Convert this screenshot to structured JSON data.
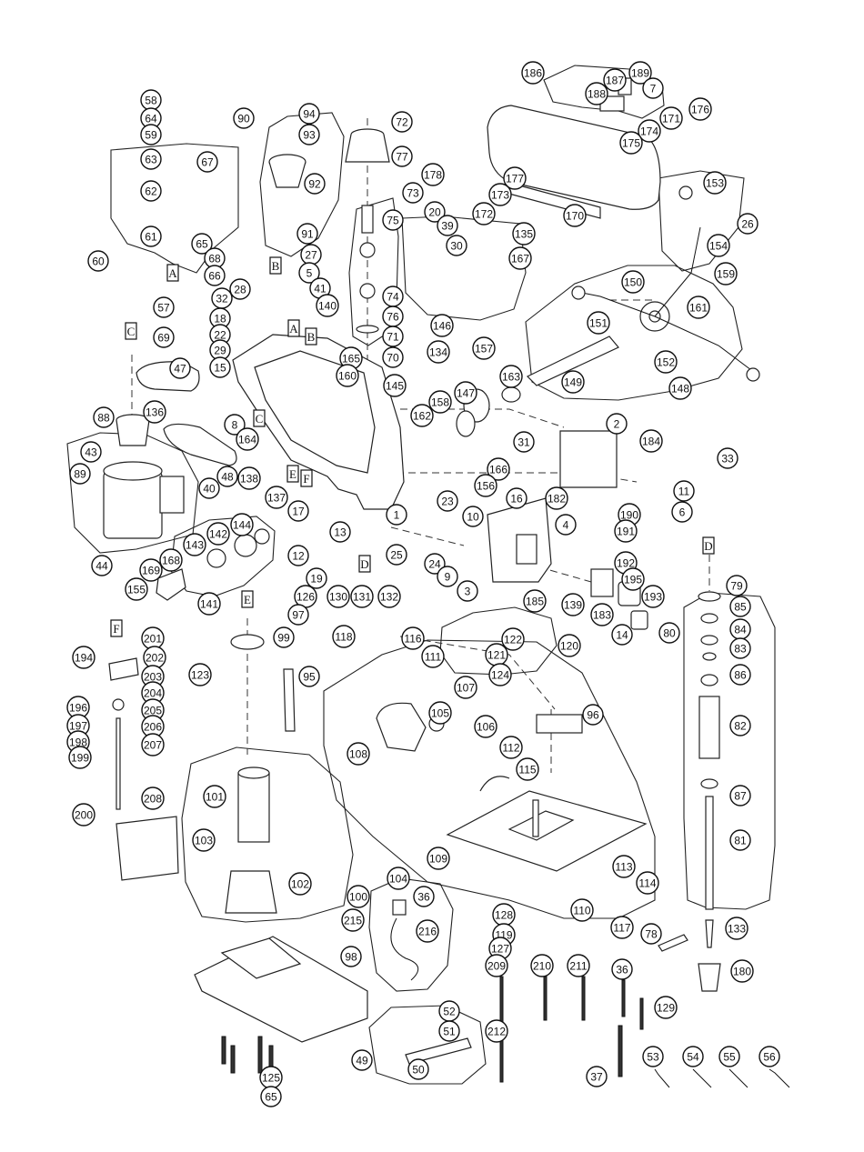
{
  "callouts": [
    {
      "id": "c186",
      "text": "186"
    },
    {
      "id": "c187",
      "text": "187"
    },
    {
      "id": "c189",
      "text": "189"
    },
    {
      "id": "c188",
      "text": "188"
    },
    {
      "id": "c7a",
      "text": "7"
    },
    {
      "id": "c176",
      "text": "176"
    },
    {
      "id": "c171",
      "text": "171"
    },
    {
      "id": "c174",
      "text": "174"
    },
    {
      "id": "c175",
      "text": "175"
    },
    {
      "id": "c58",
      "text": "58"
    },
    {
      "id": "c64",
      "text": "64"
    },
    {
      "id": "c59",
      "text": "59"
    },
    {
      "id": "c67",
      "text": "67"
    },
    {
      "id": "c63",
      "text": "63"
    },
    {
      "id": "c62",
      "text": "62"
    },
    {
      "id": "c61",
      "text": "61"
    },
    {
      "id": "c65a",
      "text": "65"
    },
    {
      "id": "c68",
      "text": "68"
    },
    {
      "id": "c66",
      "text": "66"
    },
    {
      "id": "c60",
      "text": "60"
    },
    {
      "id": "c57",
      "text": "57"
    },
    {
      "id": "c69",
      "text": "69"
    },
    {
      "id": "c90",
      "text": "90"
    },
    {
      "id": "c94",
      "text": "94"
    },
    {
      "id": "c93",
      "text": "93"
    },
    {
      "id": "c92",
      "text": "92"
    },
    {
      "id": "c91",
      "text": "91"
    },
    {
      "id": "c72",
      "text": "72"
    },
    {
      "id": "c77",
      "text": "77"
    },
    {
      "id": "c73",
      "text": "73"
    },
    {
      "id": "c75",
      "text": "75"
    },
    {
      "id": "c74",
      "text": "74"
    },
    {
      "id": "c76",
      "text": "76"
    },
    {
      "id": "c71",
      "text": "71"
    },
    {
      "id": "c70",
      "text": "70"
    },
    {
      "id": "c178",
      "text": "178"
    },
    {
      "id": "c177",
      "text": "177"
    },
    {
      "id": "c173",
      "text": "173"
    },
    {
      "id": "c172",
      "text": "172"
    },
    {
      "id": "c170",
      "text": "170"
    },
    {
      "id": "c135",
      "text": "135"
    },
    {
      "id": "c20",
      "text": "20"
    },
    {
      "id": "c39",
      "text": "39"
    },
    {
      "id": "c30",
      "text": "30"
    },
    {
      "id": "c167",
      "text": "167"
    },
    {
      "id": "c146",
      "text": "146"
    },
    {
      "id": "c157",
      "text": "157"
    },
    {
      "id": "c153",
      "text": "153"
    },
    {
      "id": "c26",
      "text": "26"
    },
    {
      "id": "c154",
      "text": "154"
    },
    {
      "id": "c159",
      "text": "159"
    },
    {
      "id": "c150",
      "text": "150"
    },
    {
      "id": "c161",
      "text": "161"
    },
    {
      "id": "c151",
      "text": "151"
    },
    {
      "id": "c152",
      "text": "152"
    },
    {
      "id": "c149",
      "text": "149"
    },
    {
      "id": "c148",
      "text": "148"
    },
    {
      "id": "c27",
      "text": "27"
    },
    {
      "id": "c5",
      "text": "5"
    },
    {
      "id": "c28",
      "text": "28"
    },
    {
      "id": "c41",
      "text": "41"
    },
    {
      "id": "c32",
      "text": "32"
    },
    {
      "id": "c140",
      "text": "140"
    },
    {
      "id": "c18",
      "text": "18"
    },
    {
      "id": "c22",
      "text": "22"
    },
    {
      "id": "c29",
      "text": "29"
    },
    {
      "id": "c165",
      "text": "165"
    },
    {
      "id": "c15",
      "text": "15"
    },
    {
      "id": "c160",
      "text": "160"
    },
    {
      "id": "c134",
      "text": "134"
    },
    {
      "id": "c145",
      "text": "145"
    },
    {
      "id": "c47",
      "text": "47"
    },
    {
      "id": "c163",
      "text": "163"
    },
    {
      "id": "c147",
      "text": "147"
    },
    {
      "id": "c158",
      "text": "158"
    },
    {
      "id": "c162",
      "text": "162"
    },
    {
      "id": "c88",
      "text": "88"
    },
    {
      "id": "c136",
      "text": "136"
    },
    {
      "id": "c8",
      "text": "8"
    },
    {
      "id": "c164",
      "text": "164"
    },
    {
      "id": "c43",
      "text": "43"
    },
    {
      "id": "c138",
      "text": "138"
    },
    {
      "id": "c48",
      "text": "48"
    },
    {
      "id": "c89",
      "text": "89"
    },
    {
      "id": "c40",
      "text": "40"
    },
    {
      "id": "c137",
      "text": "137"
    },
    {
      "id": "c17",
      "text": "17"
    },
    {
      "id": "c2",
      "text": "2"
    },
    {
      "id": "c31",
      "text": "31"
    },
    {
      "id": "c184",
      "text": "184"
    },
    {
      "id": "c33",
      "text": "33"
    },
    {
      "id": "c166",
      "text": "166"
    },
    {
      "id": "c156",
      "text": "156"
    },
    {
      "id": "c16",
      "text": "16"
    },
    {
      "id": "c182",
      "text": "182"
    },
    {
      "id": "c11",
      "text": "11"
    },
    {
      "id": "c190",
      "text": "190"
    },
    {
      "id": "c6",
      "text": "6"
    },
    {
      "id": "c191",
      "text": "191"
    },
    {
      "id": "c44",
      "text": "44"
    },
    {
      "id": "c142",
      "text": "142"
    },
    {
      "id": "c144",
      "text": "144"
    },
    {
      "id": "c143",
      "text": "143"
    },
    {
      "id": "c23",
      "text": "23"
    },
    {
      "id": "c10",
      "text": "10"
    },
    {
      "id": "c1",
      "text": "1"
    },
    {
      "id": "c4",
      "text": "4"
    },
    {
      "id": "c13",
      "text": "13"
    },
    {
      "id": "c12",
      "text": "12"
    },
    {
      "id": "c25",
      "text": "25"
    },
    {
      "id": "c24",
      "text": "24"
    },
    {
      "id": "c9",
      "text": "9"
    },
    {
      "id": "c168",
      "text": "168"
    },
    {
      "id": "c169",
      "text": "169"
    },
    {
      "id": "c19",
      "text": "19"
    },
    {
      "id": "c3",
      "text": "3"
    },
    {
      "id": "c155",
      "text": "155"
    },
    {
      "id": "c141",
      "text": "141"
    },
    {
      "id": "c130",
      "text": "130"
    },
    {
      "id": "c131",
      "text": "131"
    },
    {
      "id": "c132",
      "text": "132"
    },
    {
      "id": "c192",
      "text": "192"
    },
    {
      "id": "c79",
      "text": "79"
    },
    {
      "id": "c195",
      "text": "195"
    },
    {
      "id": "c193",
      "text": "193"
    },
    {
      "id": "c185",
      "text": "185"
    },
    {
      "id": "c139",
      "text": "139"
    },
    {
      "id": "c183",
      "text": "183"
    },
    {
      "id": "c14",
      "text": "14"
    },
    {
      "id": "c85",
      "text": "85"
    },
    {
      "id": "c80",
      "text": "80"
    },
    {
      "id": "c84",
      "text": "84"
    },
    {
      "id": "c83",
      "text": "83"
    },
    {
      "id": "c86",
      "text": "86"
    },
    {
      "id": "c82",
      "text": "82"
    },
    {
      "id": "c87",
      "text": "87"
    },
    {
      "id": "c81",
      "text": "81"
    },
    {
      "id": "c133",
      "text": "133"
    },
    {
      "id": "c180",
      "text": "180"
    },
    {
      "id": "c126",
      "text": "126"
    },
    {
      "id": "c97",
      "text": "97"
    },
    {
      "id": "c201",
      "text": "201"
    },
    {
      "id": "c194",
      "text": "194"
    },
    {
      "id": "c202",
      "text": "202"
    },
    {
      "id": "c203",
      "text": "203"
    },
    {
      "id": "c204",
      "text": "204"
    },
    {
      "id": "c205",
      "text": "205"
    },
    {
      "id": "c196",
      "text": "196"
    },
    {
      "id": "c197",
      "text": "197"
    },
    {
      "id": "c206",
      "text": "206"
    },
    {
      "id": "c198",
      "text": "198"
    },
    {
      "id": "c207",
      "text": "207"
    },
    {
      "id": "c199",
      "text": "199"
    },
    {
      "id": "c208",
      "text": "208"
    },
    {
      "id": "c200",
      "text": "200"
    },
    {
      "id": "c99",
      "text": "99"
    },
    {
      "id": "c123",
      "text": "123"
    },
    {
      "id": "c95",
      "text": "95"
    },
    {
      "id": "c118",
      "text": "118"
    },
    {
      "id": "c122",
      "text": "122"
    },
    {
      "id": "c120",
      "text": "120"
    },
    {
      "id": "c116",
      "text": "116"
    },
    {
      "id": "c121",
      "text": "121"
    },
    {
      "id": "c111",
      "text": "111"
    },
    {
      "id": "c124",
      "text": "124"
    },
    {
      "id": "c107",
      "text": "107"
    },
    {
      "id": "c105",
      "text": "105"
    },
    {
      "id": "c96",
      "text": "96"
    },
    {
      "id": "c106",
      "text": "106"
    },
    {
      "id": "c108",
      "text": "108"
    },
    {
      "id": "c112",
      "text": "112"
    },
    {
      "id": "c115",
      "text": "115"
    },
    {
      "id": "c101",
      "text": "101"
    },
    {
      "id": "c103",
      "text": "103"
    },
    {
      "id": "c109",
      "text": "109"
    },
    {
      "id": "c104",
      "text": "104"
    },
    {
      "id": "c113",
      "text": "113"
    },
    {
      "id": "c114",
      "text": "114"
    },
    {
      "id": "c102",
      "text": "102"
    },
    {
      "id": "c36a",
      "text": "36"
    },
    {
      "id": "c100",
      "text": "100"
    },
    {
      "id": "c215",
      "text": "215"
    },
    {
      "id": "c128",
      "text": "128"
    },
    {
      "id": "c110",
      "text": "110"
    },
    {
      "id": "c117",
      "text": "117"
    },
    {
      "id": "c216",
      "text": "216"
    },
    {
      "id": "c119",
      "text": "119"
    },
    {
      "id": "c78",
      "text": "78"
    },
    {
      "id": "c127",
      "text": "127"
    },
    {
      "id": "c98",
      "text": "98"
    },
    {
      "id": "c209",
      "text": "209"
    },
    {
      "id": "c210",
      "text": "210"
    },
    {
      "id": "c211",
      "text": "211"
    },
    {
      "id": "c36b",
      "text": "36"
    },
    {
      "id": "c129",
      "text": "129"
    },
    {
      "id": "c52",
      "text": "52"
    },
    {
      "id": "c51",
      "text": "51"
    },
    {
      "id": "c212",
      "text": "212"
    },
    {
      "id": "c49",
      "text": "49"
    },
    {
      "id": "c50",
      "text": "50"
    },
    {
      "id": "c37",
      "text": "37"
    },
    {
      "id": "c53",
      "text": "53"
    },
    {
      "id": "c54",
      "text": "54"
    },
    {
      "id": "c55",
      "text": "55"
    },
    {
      "id": "c56",
      "text": "56"
    },
    {
      "id": "c125",
      "text": "125"
    },
    {
      "id": "c65b",
      "text": "65"
    }
  ],
  "flags": [
    {
      "id": "fA1",
      "text": "A"
    },
    {
      "id": "fB1",
      "text": "B"
    },
    {
      "id": "fA2",
      "text": "A"
    },
    {
      "id": "fB2",
      "text": "B"
    },
    {
      "id": "fC1",
      "text": "C"
    },
    {
      "id": "fC2",
      "text": "C"
    },
    {
      "id": "fE1",
      "text": "E"
    },
    {
      "id": "fF1",
      "text": "F"
    },
    {
      "id": "fD1",
      "text": "D"
    },
    {
      "id": "fD2",
      "text": "D"
    },
    {
      "id": "fE2",
      "text": "E"
    },
    {
      "id": "fF2",
      "text": "F"
    }
  ]
}
